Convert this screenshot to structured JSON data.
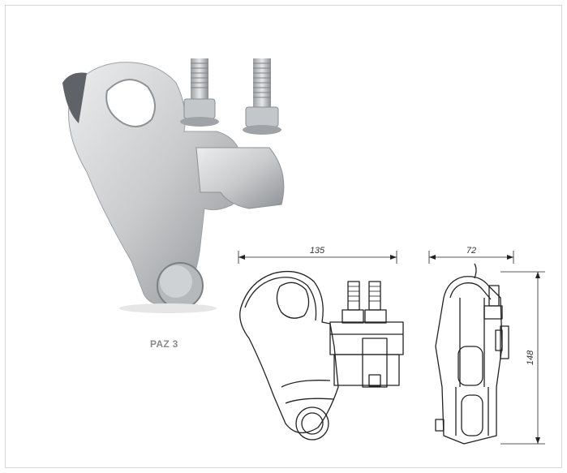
{
  "product": {
    "model_label": "PAZ 3"
  },
  "dimensions": {
    "side_width": "135",
    "front_width": "72",
    "height": "148"
  },
  "colors": {
    "metal_light": "#d9dadb",
    "metal_mid": "#b9bbbd",
    "metal_dark": "#7d8083",
    "line": "#222222",
    "frame": "#d6d6d6"
  }
}
